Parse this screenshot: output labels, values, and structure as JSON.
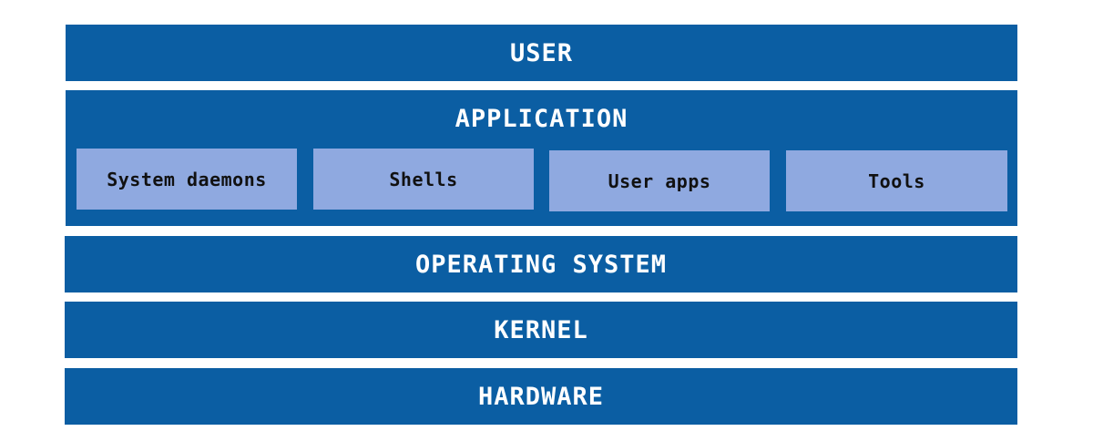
{
  "layers": {
    "user": "USER",
    "application": "APPLICATION",
    "operating_system": "OPERATING SYSTEM",
    "kernel": "KERNEL",
    "hardware": "HARDWARE"
  },
  "application_components": [
    "System daemons",
    "Shells",
    "User apps",
    "Tools"
  ],
  "colors": {
    "layer_fill": "#0b5ea3",
    "component_fill": "#8fa9e0",
    "layer_text": "#ffffff",
    "component_text": "#111111"
  }
}
